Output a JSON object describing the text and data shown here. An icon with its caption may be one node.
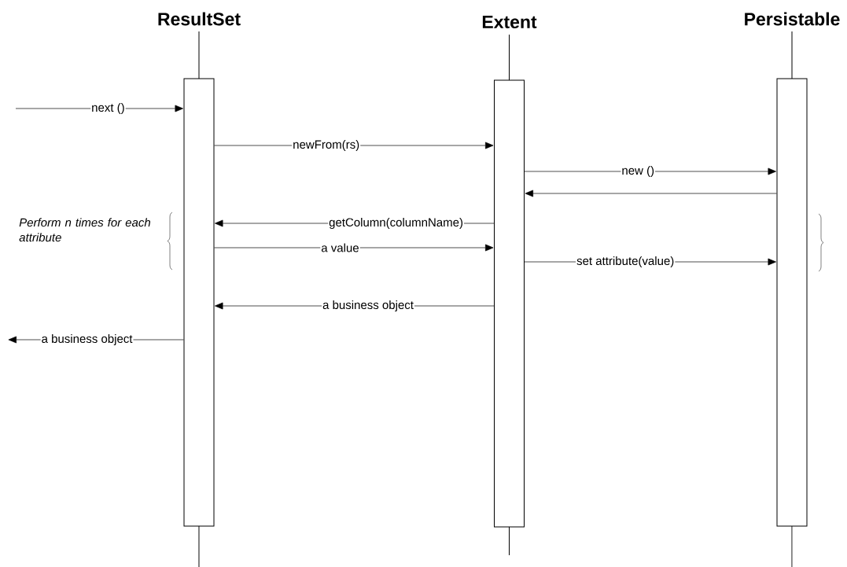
{
  "diagram": {
    "nodes": [
      {
        "text": [
          "ResultSet"
        ]
      },
      {
        "text": [
          "Extent"
        ]
      },
      {
        "text": [
          "Persistable"
        ]
      }
    ],
    "edges": [
      {
        "from": null,
        "to": 0,
        "arrow": "to",
        "label": "next ()"
      },
      {
        "from": 0,
        "to": 1,
        "arrow": "to",
        "label": "newFrom(rs)"
      },
      {
        "from": 1,
        "to": 2,
        "arrow": "to",
        "label": "new ()"
      },
      {
        "from": 2,
        "to": 1,
        "arrow": "to"
      },
      {
        "from": 1,
        "to": 0,
        "arrow": "to",
        "label": "getColumn(columnName)"
      },
      {
        "from": 0,
        "to": 1,
        "arrow": "to",
        "label": "a value"
      },
      {
        "from": 1,
        "to": 2,
        "arrow": "to",
        "label": "set attribute(value)"
      },
      {
        "from": 1,
        "to": 0,
        "arrow": "to",
        "label": "a business object"
      },
      {
        "from": 0,
        "to": null,
        "arrow": "to",
        "label": "a business object"
      }
    ],
    "labels": [
      "Perform n times for each attribute"
    ]
  }
}
